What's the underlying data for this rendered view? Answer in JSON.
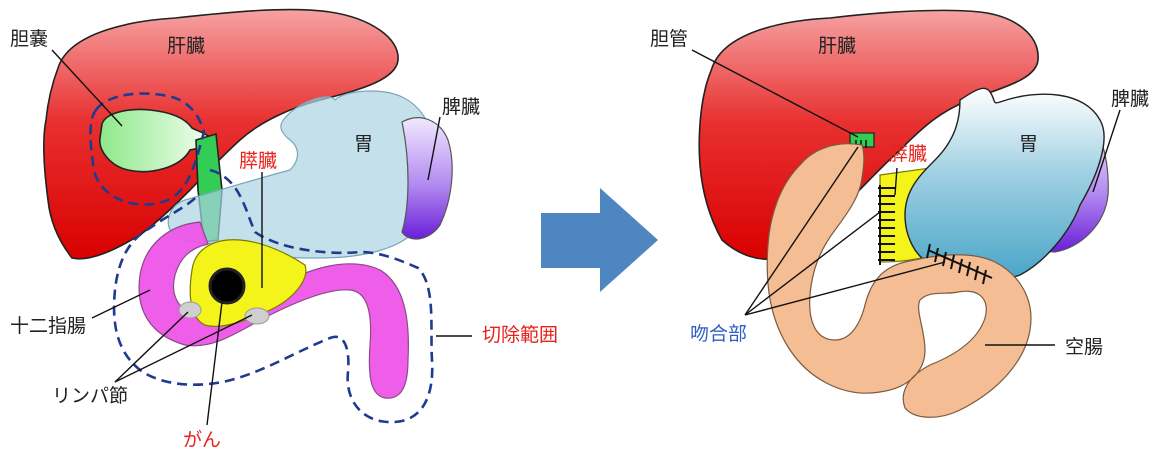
{
  "left": {
    "labels": {
      "liver": "肝臓",
      "gallbladder": "胆嚢",
      "stomach": "胃",
      "spleen": "脾臓",
      "pancreas": "膵臓",
      "duodenum": "十二指腸",
      "resection_range": "切除範囲",
      "lymph_nodes": "リンパ節",
      "cancer": "がん"
    }
  },
  "right": {
    "labels": {
      "bile_duct": "胆管",
      "liver": "肝臓",
      "pancreas": "膵臓",
      "stomach": "胃",
      "spleen": "脾臓",
      "anastomosis": "吻合部",
      "jejunum": "空腸"
    }
  },
  "colors": {
    "liver": "#e31d1d",
    "gallbladder": "#9fe89a",
    "bile_duct": "#33cc55",
    "stomach": "#a9d3e3",
    "spleen": "#7a35e0",
    "pancreas": "#f4f41a",
    "duodenum": "#ee55e8",
    "lymph_node": "#c8c8c8",
    "cancer": "#000000",
    "resection_line": "#1f3b8f",
    "jejunum": "#f4bd93",
    "arrow": "#4d86c1",
    "red_text": "#e8231c",
    "blue_text": "#2f5fc4"
  }
}
